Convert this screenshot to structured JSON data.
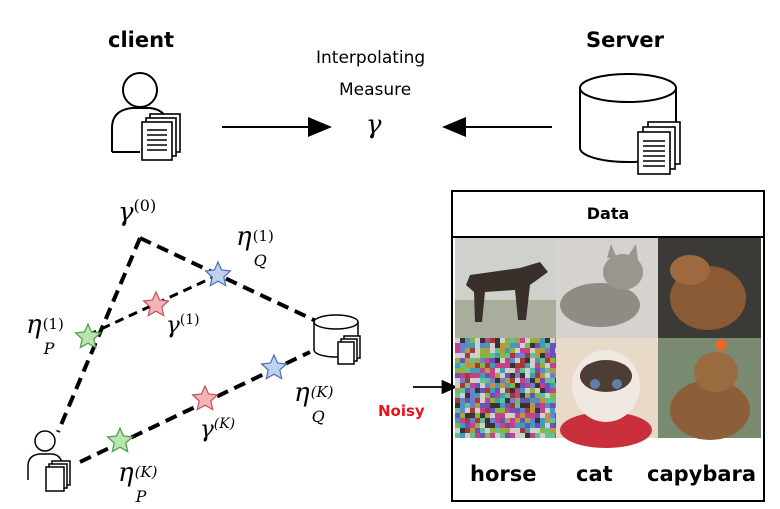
{
  "client_label": "client",
  "server_label": "Server",
  "center_label_line1": "Interpolating",
  "center_label_line2": "Measure",
  "center_symbol": "γ",
  "diagram": {
    "gamma0": "γ",
    "gamma0_sup": "(0)",
    "eta_q1": "η",
    "eta_q1_sup": "(1)",
    "eta_q1_sub": "Q",
    "eta_p1": "η",
    "eta_p1_sup": "(1)",
    "eta_p1_sub": "P",
    "gamma1": "γ",
    "gamma1_sup": "(1)",
    "eta_qk": "η",
    "eta_qk_sup": "(K)",
    "eta_qk_sub": "Q",
    "gammak": "γ",
    "gammak_sup": "(K)",
    "eta_pk": "η",
    "eta_pk_sup": "(K)",
    "eta_pk_sub": "P"
  },
  "data_panel": {
    "title": "Data",
    "noisy_label": "Noisy",
    "classes": [
      "horse",
      "cat",
      "capybara"
    ]
  },
  "colors": {
    "noisy": "#e8141b",
    "star_green": "#b9e3b0",
    "star_blue": "#bcd2f0",
    "star_red": "#f3b3b7"
  }
}
